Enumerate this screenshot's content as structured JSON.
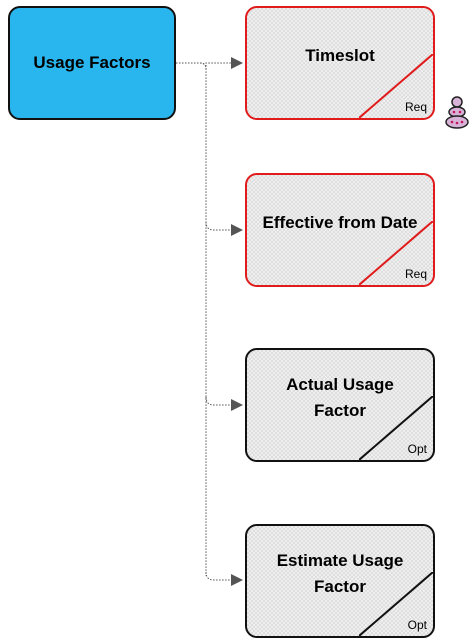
{
  "root": {
    "label": "Usage Factors"
  },
  "children": [
    {
      "label": "Timeslot",
      "tag": "Req",
      "required": true
    },
    {
      "label": "Effective from Date",
      "tag": "Req",
      "required": true
    },
    {
      "label": "Actual Usage Factor",
      "tag": "Opt",
      "required": false
    },
    {
      "label": "Estimate Usage Factor",
      "tag": "Opt",
      "required": false
    }
  ],
  "colors": {
    "root_fill": "#29b6ee",
    "required_border": "#e01b1b",
    "optional_border": "#111111",
    "connector": "#555555"
  },
  "icons": {
    "timeslot_badge": "user-stack-icon"
  }
}
